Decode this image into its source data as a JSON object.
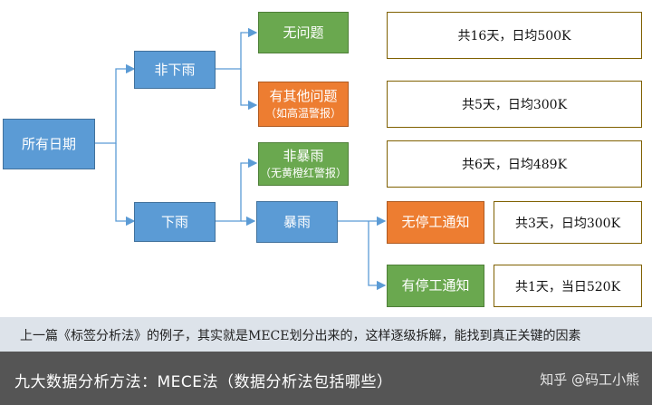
{
  "diagram": {
    "nodes": {
      "all_dates": "所有日期",
      "no_rain": "非下雨",
      "rain": "下雨",
      "no_problem": "无问题",
      "other_problem": "有其他问题",
      "other_problem_sub": "（如高温警报）",
      "non_rainstorm": "非暴雨",
      "non_rainstorm_sub": "（无黄橙红警报）",
      "rainstorm": "暴雨",
      "no_stop_notice": "无停工通知",
      "stop_notice": "有停工通知"
    },
    "results": [
      "共16天，日均500K",
      "共5天，日均300K",
      "共6天，日均489K",
      "共3天，日均300K",
      "共1天，当日520K"
    ],
    "colors": {
      "blue": "#5b9bd5",
      "green": "#6aa84f",
      "orange": "#ed7d31",
      "connector": "#5b9bd5",
      "result_border": "#7f6000"
    }
  },
  "caption": "上一篇《标签分析法》的例子，其实就是MECE划分出来的，这样逐级拆解，能找到真正关键的因素",
  "title_bar": {
    "title": "九大数据分析方法：MECE法（数据分析法包括哪些）",
    "watermark": "知乎 @码工小熊"
  }
}
